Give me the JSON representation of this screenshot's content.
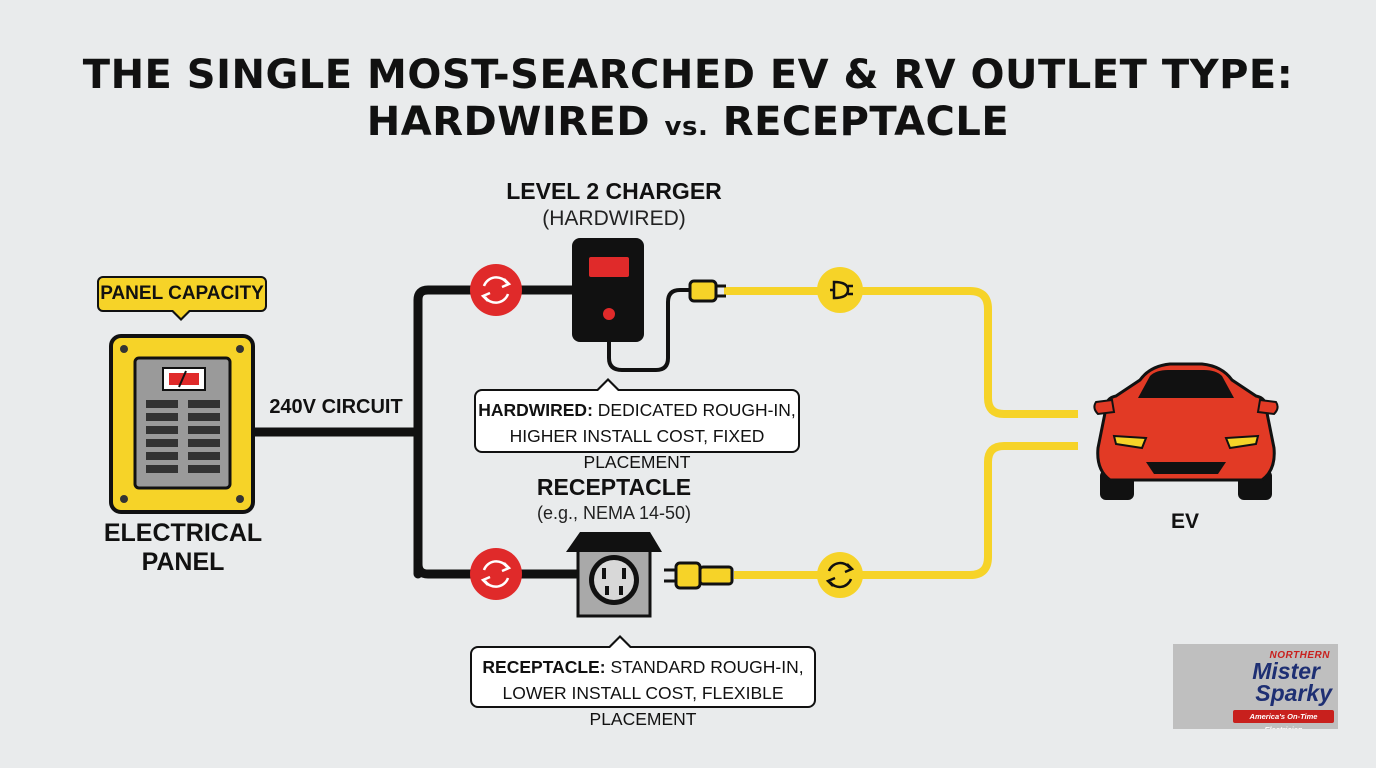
{
  "title": {
    "line1": "THE SINGLE MOST-SEARCHED EV & RV OUTLET TYPE:",
    "line2_a": "HARDWIRED",
    "line2_vs": "vs.",
    "line2_b": "RECEPTACLE"
  },
  "panel": {
    "badge": "PANEL CAPACITY",
    "label_line1": "ELECTRICAL",
    "label_line2": "PANEL"
  },
  "circuit_label": "240V CIRCUIT",
  "charger": {
    "title": "LEVEL 2 CHARGER",
    "subtitle": "(HARDWIRED)",
    "callout_bold": "HARDWIRED:",
    "callout_line1": "DEDICATED ROUGH-IN,",
    "callout_line2": "HIGHER INSTALL COST, FIXED PLACEMENT"
  },
  "receptacle": {
    "title": "RECEPTACLE",
    "subtitle": "(e.g., NEMA 14-50)",
    "callout_bold": "RECEPTACLE:",
    "callout_line1": "STANDARD ROUGH-IN,",
    "callout_line2": "LOWER INSTALL COST, FLEXIBLE PLACEMENT"
  },
  "ev_label": "EV",
  "logo": {
    "top": "NORTHERN",
    "name1": "Mister",
    "name2": "Sparky",
    "tagline": "America's On-Time Electrician"
  },
  "colors": {
    "yellow": "#f6d328",
    "red": "#e02a2a",
    "wire": "#111111",
    "background": "#e9ebec",
    "car": "#e23a25"
  },
  "icons": [
    "electrical-panel-icon",
    "refresh-cycle-icon",
    "plug-icon",
    "charger-icon",
    "outlet-icon",
    "car-icon"
  ]
}
